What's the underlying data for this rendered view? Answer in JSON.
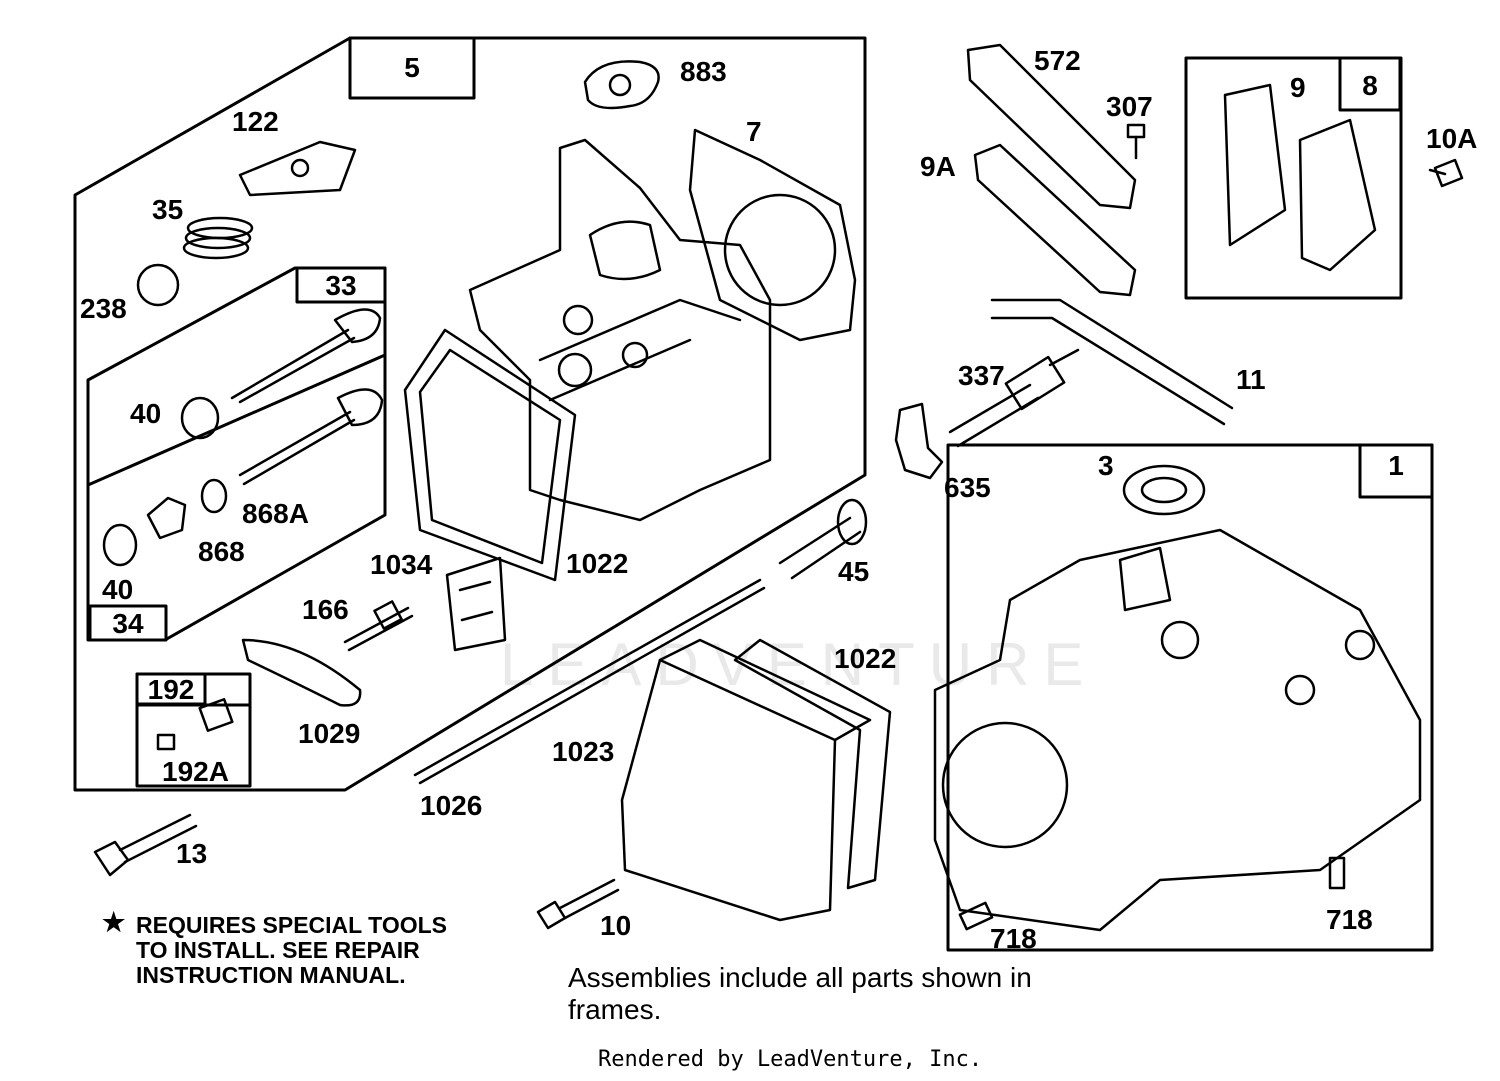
{
  "frames": {
    "f5": "5",
    "f33": "33",
    "f34": "34",
    "f192": "192",
    "f8": "8",
    "f1": "1"
  },
  "callouts": {
    "c883": "883",
    "c7": "7",
    "c122": "122",
    "c35": "35",
    "c238": "238",
    "c40a": "40",
    "c40b": "40",
    "c868a": "868A",
    "c868": "868",
    "c1034": "1034",
    "c1022a": "1022",
    "c166": "166",
    "c1029": "1029",
    "c192a": "192A",
    "c13": "13",
    "c1026": "1026",
    "c1023": "1023",
    "c1022b": "1022",
    "c10": "10",
    "c572": "572",
    "c307": "307",
    "c9a": "9A",
    "c9": "9",
    "c10a": "10A",
    "c11": "11",
    "c337": "337",
    "c635": "635",
    "c45": "45",
    "c3": "3",
    "c718a": "718",
    "c718b": "718"
  },
  "notes": {
    "star": "★",
    "special_tools_1": "REQUIRES SPECIAL TOOLS",
    "special_tools_2": "TO INSTALL.  SEE REPAIR",
    "special_tools_3": "INSTRUCTION MANUAL.",
    "assemblies": "Assemblies include all parts shown in frames."
  },
  "footer": {
    "credit": "Rendered by LeadVenture, Inc."
  },
  "watermark": {
    "text": "LEADVENTURE"
  },
  "icons": [
    "valve-icon",
    "spring-icon",
    "bolt-icon",
    "spark-plug-icon",
    "gasket-icon",
    "cylinder-head-icon",
    "block-icon"
  ]
}
